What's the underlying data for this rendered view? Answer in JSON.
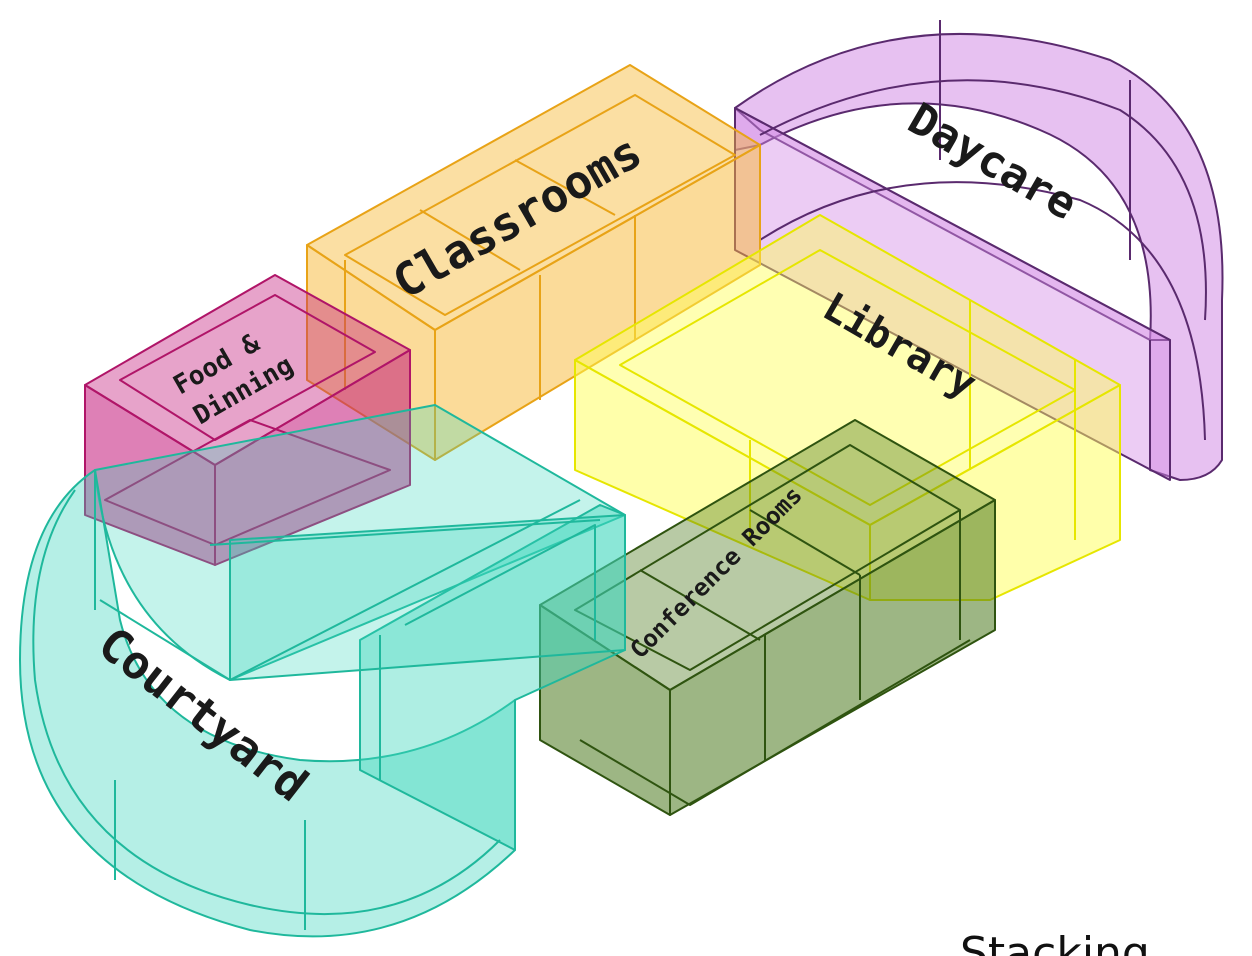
{
  "diagram": {
    "caption": "Stacking",
    "blocks": {
      "classrooms": {
        "label": "Classrooms",
        "color": "#f7b733"
      },
      "daycare": {
        "label": "Daycare",
        "color": "#d48ee6"
      },
      "food": {
        "label_line1": "Food &",
        "label_line2": "Dinning",
        "color": "#c2187a"
      },
      "library": {
        "label": "Library",
        "color": "#ffff55"
      },
      "conference": {
        "label": "Conference Rooms",
        "color": "#4d7a1f"
      },
      "courtyard": {
        "label": "Courtyard",
        "color": "#3dd6bd"
      }
    }
  }
}
